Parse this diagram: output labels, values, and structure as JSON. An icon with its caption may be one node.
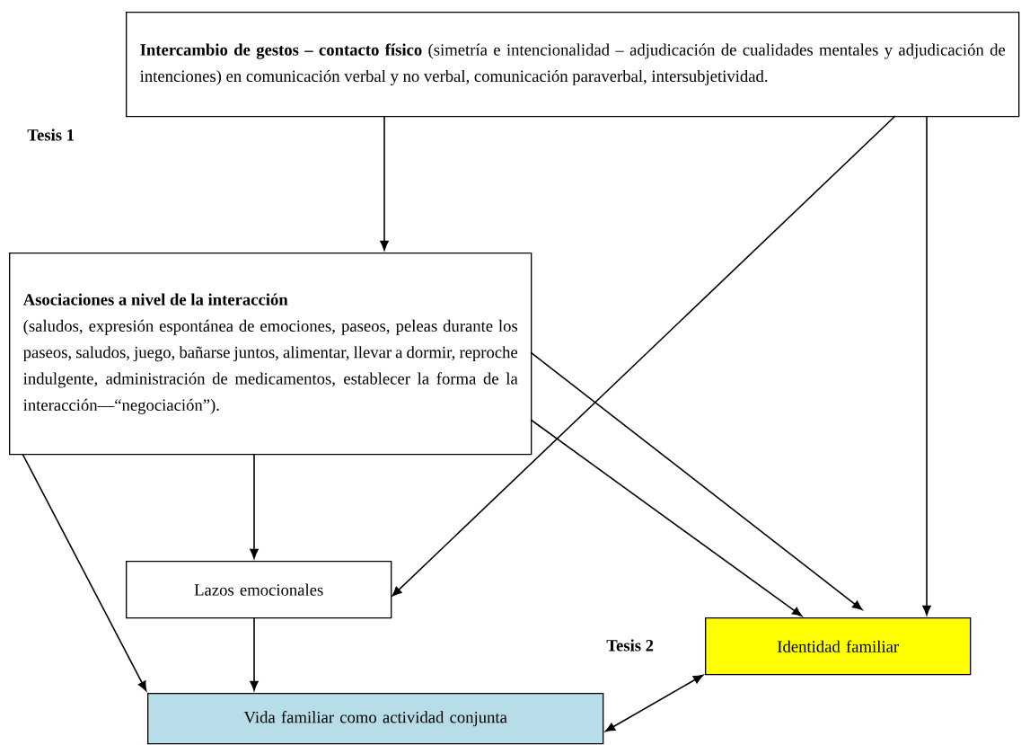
{
  "diagram": {
    "nodes": [
      {
        "text": [
          "**Intercambio de gestos – contacto físico** (simetría e intencionalidad – adjudicación de cualidades mentales y adjudicación de intenciones) en comunicación verbal y no verbal, comunicación paraverbal, intersubjetividad."
        ]
      },
      {
        "text": [
          "Asociaciones a nivel de la interacción",
          "(saludos, expresión espontánea de emociones, paseos, peleas durante los paseos, saludos, juego, bañarse juntos, alimentar, llevar a dormir, reproche indulgente, administración de medicamentos, establecer la forma de la interacción—“negociación”)."
        ]
      },
      {
        "text": [
          "Lazos emocionales"
        ]
      },
      {
        "text": [
          "Identidad familiar"
        ]
      },
      {
        "text": [
          "Vida familiar como actividad conjunta"
        ]
      }
    ],
    "edges": [
      {
        "from": 0,
        "to": 1,
        "arrow": "to"
      },
      {
        "from": 0,
        "to": 2,
        "arrow": "to"
      },
      {
        "from": 0,
        "to": 3,
        "arrow": "to"
      },
      {
        "from": 1,
        "to": 2,
        "arrow": "to"
      },
      {
        "from": 1,
        "to": 3,
        "arrow": "to"
      },
      {
        "from": 1,
        "to": 3,
        "arrow": "to"
      },
      {
        "from": 1,
        "to": 4,
        "arrow": "to"
      },
      {
        "from": 2,
        "to": 4,
        "arrow": "to"
      },
      {
        "from": 3,
        "to": 4,
        "arrow": "both"
      }
    ],
    "labels": [
      "Tesis 1",
      "Tesis 2"
    ]
  }
}
